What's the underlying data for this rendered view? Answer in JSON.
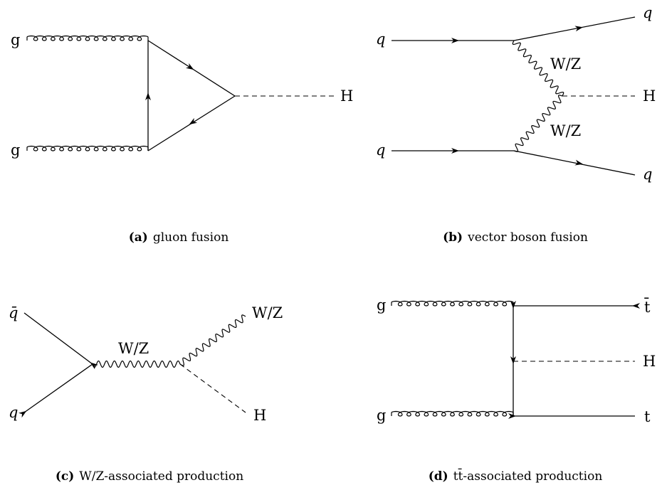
{
  "panels": {
    "a": {
      "caption_tag": "(a)",
      "caption_text": "gluon fusion",
      "labels": {
        "g_top": "g",
        "g_bottom": "g",
        "higgs": "H"
      }
    },
    "b": {
      "caption_tag": "(b)",
      "caption_text": "vector boson fusion",
      "labels": {
        "q_in_top": "q",
        "q_in_bottom": "q",
        "q_out_top": "q",
        "q_out_bottom": "q",
        "boson_top": "W/Z",
        "boson_bottom": "W/Z",
        "higgs": "H"
      }
    },
    "c": {
      "caption_tag": "(c)",
      "caption_text": "W/Z-associated production",
      "labels": {
        "qbar": "q̄",
        "q": "q",
        "boson_mid": "W/Z",
        "boson_out": "W/Z",
        "higgs": "H"
      }
    },
    "d": {
      "caption_tag": "(d)",
      "caption_text": "tt̄-associated production",
      "labels": {
        "g_top": "g",
        "g_bottom": "g",
        "tbar": "t̄",
        "t": "t",
        "higgs": "H"
      }
    }
  }
}
